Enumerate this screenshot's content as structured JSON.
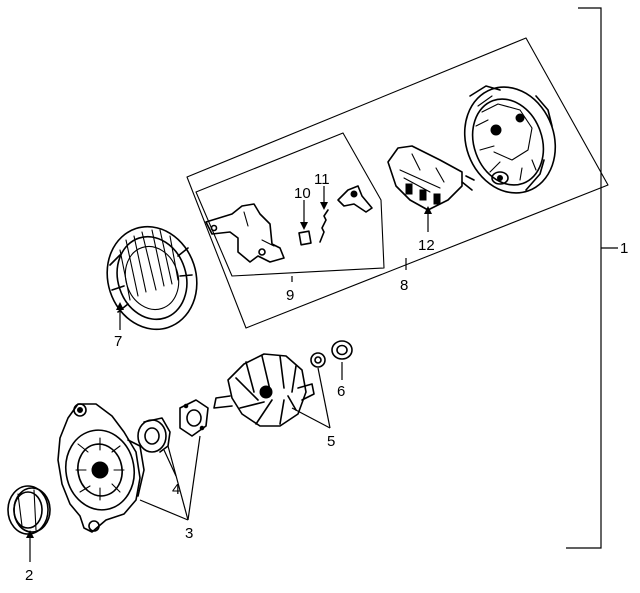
{
  "callouts": {
    "c1": "1",
    "c2": "2",
    "c3": "3",
    "c4": "4",
    "c5": "5",
    "c6": "6",
    "c7": "7",
    "c8": "8",
    "c9": "9",
    "c10": "10",
    "c11": "11",
    "c12": "12"
  },
  "parts": [
    "pulley",
    "front-housing",
    "bearing",
    "retainer-plate",
    "rotor",
    "spacer-washer",
    "stator",
    "rear-housing",
    "brush-holder",
    "brush",
    "brush-spring",
    "regulator"
  ]
}
